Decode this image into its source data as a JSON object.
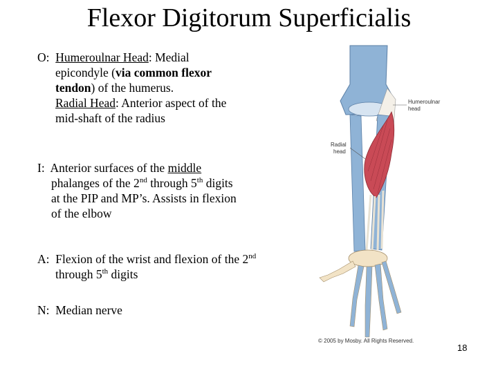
{
  "title": "Flexor Digitorum Superficialis",
  "origin": {
    "prefix": "O:",
    "humeroulnar_label": "Humeroulnar Head",
    "humeroulnar_text_1": ": Medial",
    "line2": "epicondyle (",
    "bold_1": "via common flexor",
    "bold_2": "tendon",
    "line3_rest": ") of the humerus.",
    "radial_label": "Radial Head",
    "radial_text": ": Anterior aspect of the",
    "line5": "mid-shaft of the radius"
  },
  "insertion": {
    "prefix": "I:",
    "text_1": "Anterior surfaces of the",
    "middle": "middle",
    "line2_a": "phalanges of the 2",
    "sup_nd": "nd",
    "line2_b": " through 5",
    "sup_th": "th",
    "line2_c": " digits",
    "line3": "at the PIP and MP’s. Assists in flexion",
    "line4": "of the elbow"
  },
  "action": {
    "prefix": "A:",
    "line1": "Flexion of the wrist and flexion of the 2",
    "sup_nd": "nd",
    "line2_a": "through 5",
    "sup_th": "th",
    "line2_b": " digits"
  },
  "nerve": {
    "prefix": "N:",
    "text": "Median nerve"
  },
  "figure": {
    "label_humeroulnar_1": "Humeroulnar",
    "label_humeroulnar_2": "head",
    "label_radial_1": "Radial",
    "label_radial_2": "head",
    "copyright": "© 2005 by Mosby. All Rights Reserved.",
    "colors": {
      "bone": "#8fb3d6",
      "bone_light": "#f2e3c6",
      "muscle": "#c94a56",
      "tendon": "#f4f0e8"
    }
  },
  "page_number": "18"
}
